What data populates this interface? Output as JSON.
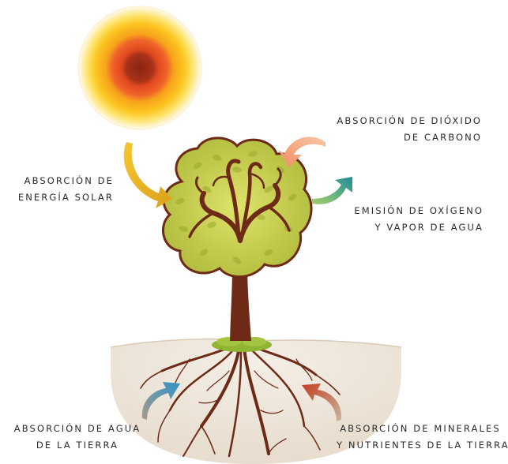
{
  "labels": {
    "solar": [
      "ABSORCIÓN DE",
      "ENERGÍA SOLAR"
    ],
    "co2": [
      "ABSORCIÓN DE DIÓXIDO",
      "DE CARBONO"
    ],
    "oxygen": [
      "EMISIÓN DE OXÍGENO",
      "Y VAPOR DE AGUA"
    ],
    "water": [
      "ABSORCIÓN DE AGUA",
      "DE LA TIERRA"
    ],
    "minerals": [
      "ABSORCIÓN DE MINERALES",
      "Y NUTRIENTES DE LA TIERRA"
    ]
  },
  "colors": {
    "sun_outer": "#fde68a",
    "sun_mid": "#f7a21b",
    "sun_core": "#8a2410",
    "solar_arrow": "#e9b31f",
    "co2_arrow": "#f4a27f",
    "oxygen_arrow": "#3aa89b",
    "water_arrow": "#2e93c8",
    "minerals_arrow": "#c84d2a",
    "canopy": "#c9d44a",
    "trunk": "#6d2a17",
    "soil": "#efe8dd"
  },
  "icons": [
    "sun-icon",
    "tree-icon",
    "roots-icon",
    "arrow-icon"
  ]
}
